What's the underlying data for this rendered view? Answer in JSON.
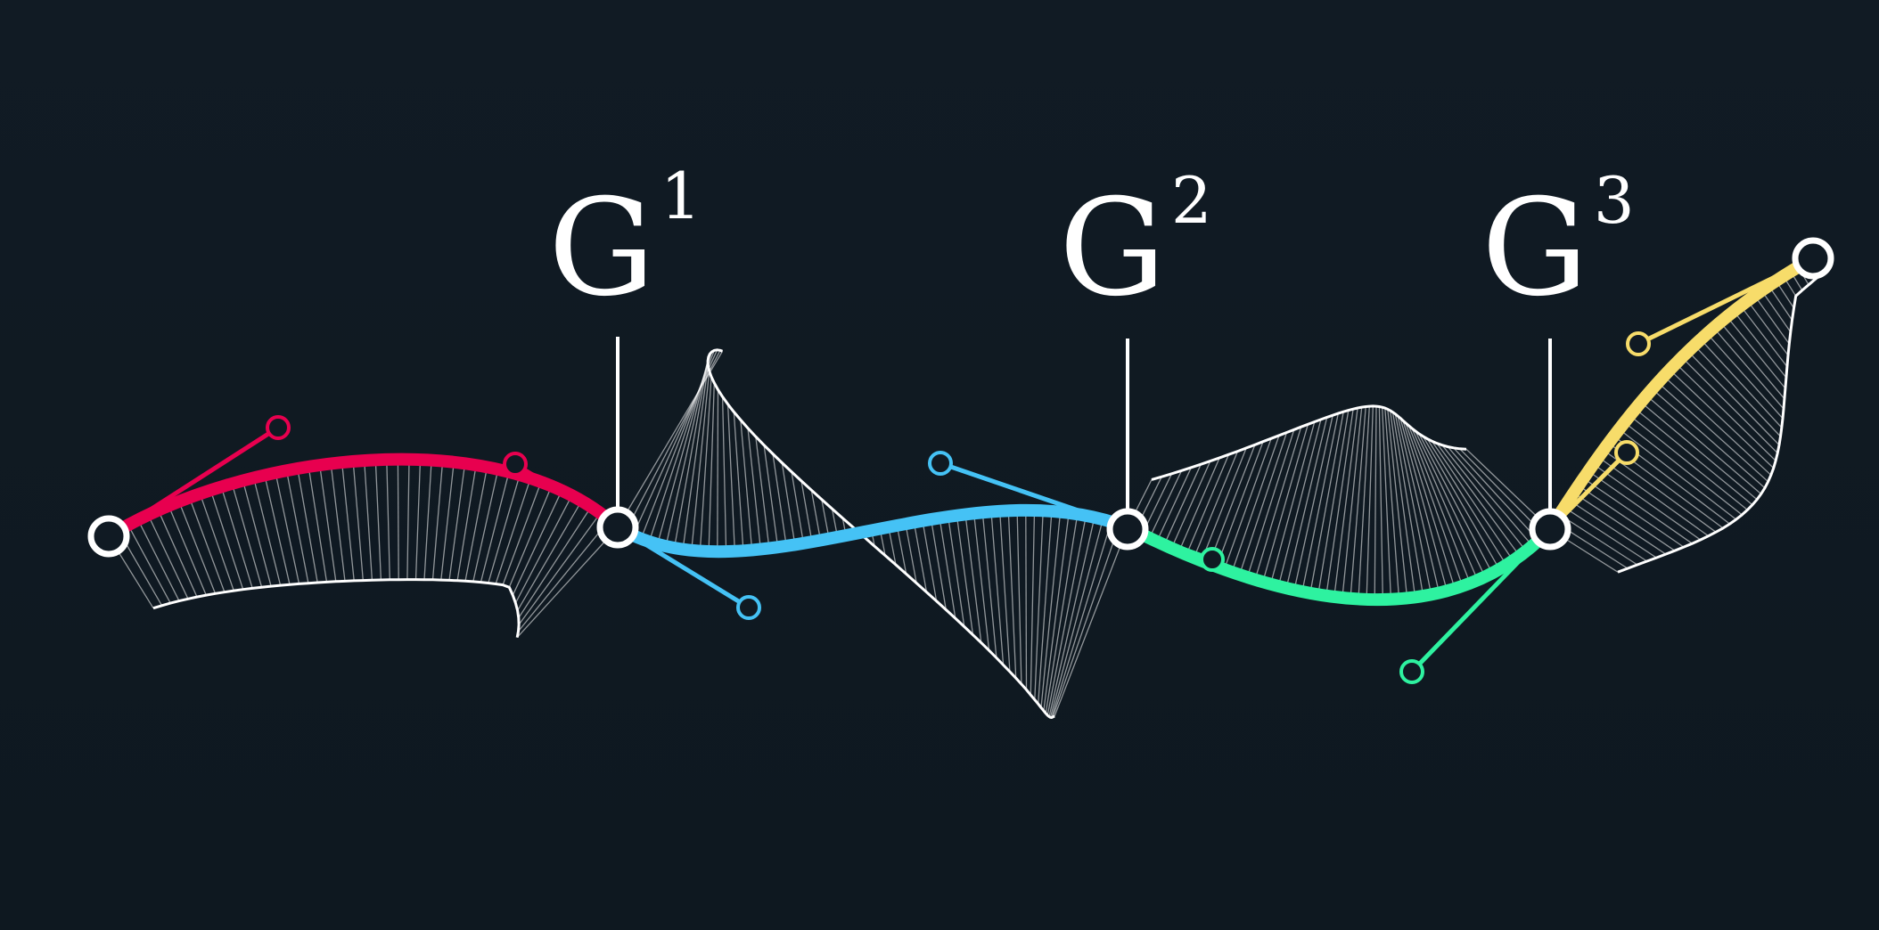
{
  "colors": {
    "background": "#101a23",
    "outline": "#ffffff",
    "segment_1": "#e8004f",
    "segment_2": "#45c2f5",
    "segment_3": "#2ef2a0",
    "segment_4": "#f7dc6a"
  },
  "labels": [
    {
      "base": "G",
      "superscript": "1"
    },
    {
      "base": "G",
      "superscript": "2"
    },
    {
      "base": "G",
      "superscript": "3"
    }
  ]
}
